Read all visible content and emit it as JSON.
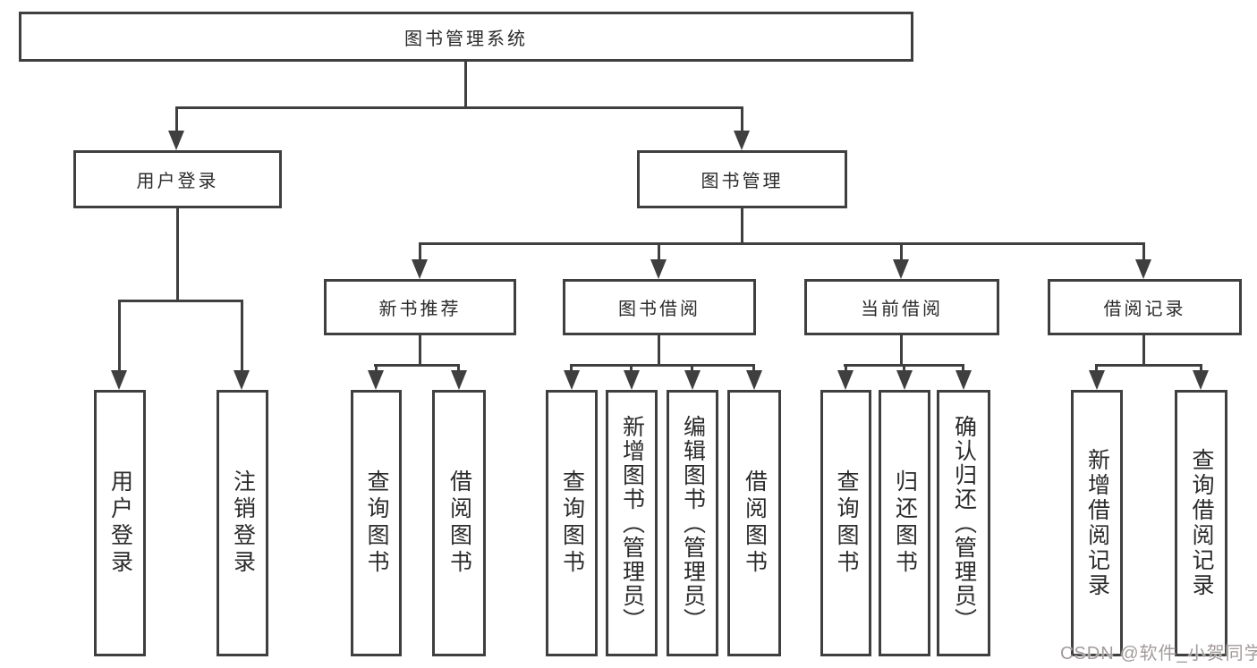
{
  "tree": {
    "root": {
      "label": "图书管理系统"
    },
    "branches": [
      {
        "label": "用户登录",
        "children": [
          {
            "label": "用户登录"
          },
          {
            "label": "注销登录"
          }
        ]
      },
      {
        "label": "图书管理",
        "children": [
          {
            "label": "新书推荐",
            "children": [
              {
                "label": "查询图书"
              },
              {
                "label": "借阅图书"
              }
            ]
          },
          {
            "label": "图书借阅",
            "children": [
              {
                "label": "查询图书"
              },
              {
                "label": "新增图书（管理员）"
              },
              {
                "label": "编辑图书（管理员）"
              },
              {
                "label": "借阅图书"
              }
            ]
          },
          {
            "label": "当前借阅",
            "children": [
              {
                "label": "查询图书"
              },
              {
                "label": "归还图书"
              },
              {
                "label": "确认归还（管理员）"
              }
            ]
          },
          {
            "label": "借阅记录",
            "children": [
              {
                "label": "新增借阅记录"
              },
              {
                "label": "查询借阅记录"
              }
            ]
          }
        ]
      }
    ]
  },
  "watermark": {
    "text": "CSDN @软件_小贺同学"
  },
  "colors": {
    "line": "#3f3f3f",
    "text": "#2b2b2b",
    "background": "#ffffff",
    "watermark": "#a39b9b"
  }
}
